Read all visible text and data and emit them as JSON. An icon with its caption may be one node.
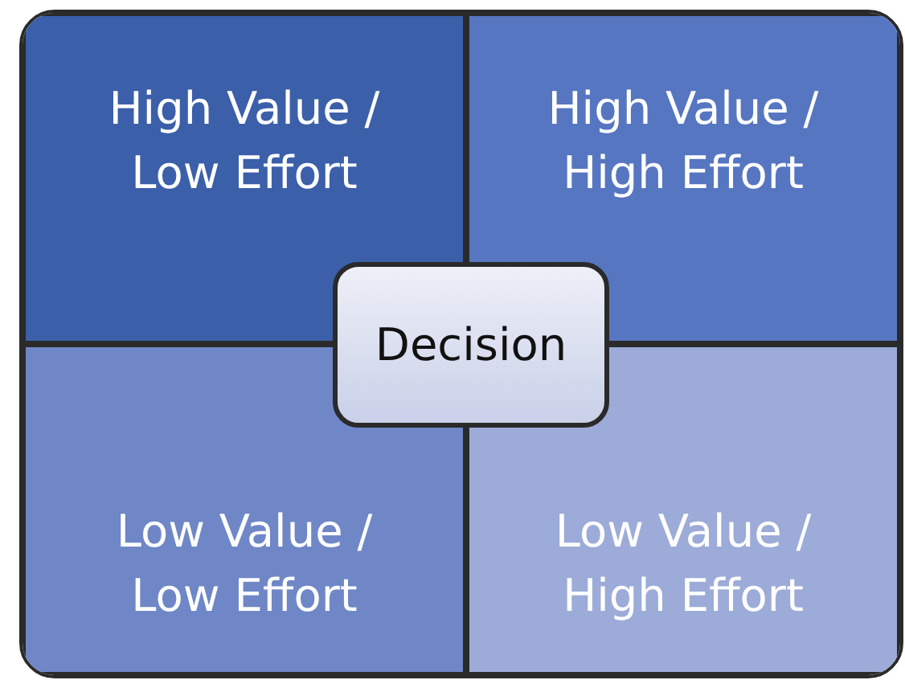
{
  "diagram": {
    "nodes": [
      {
        "text": [
          "High Value / Low Effort"
        ]
      },
      {
        "text": [
          "High Value / High Effort"
        ]
      },
      {
        "text": [
          "Decision"
        ]
      },
      {
        "text": [
          "Low Value / Low Effort"
        ]
      },
      {
        "text": [
          "Low Value / High Effort"
        ]
      }
    ]
  }
}
